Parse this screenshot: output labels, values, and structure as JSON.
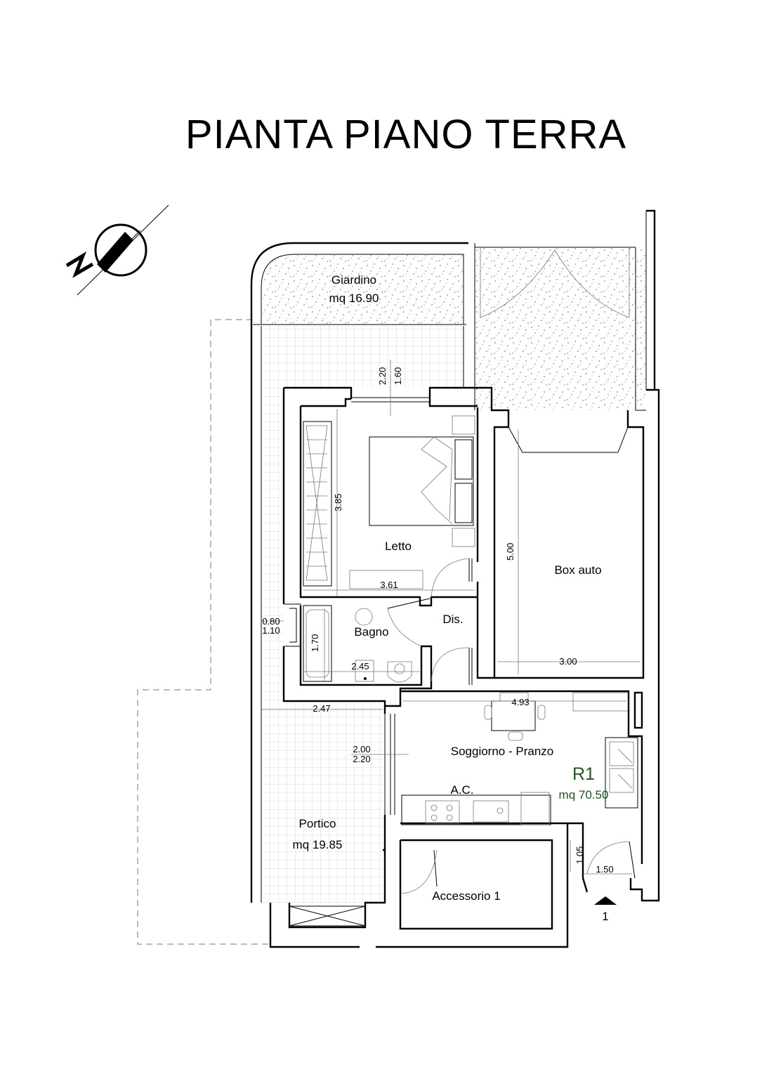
{
  "title": "PIANTA PIANO TERRA",
  "rooms": {
    "giardino": {
      "name": "Giardino",
      "area": "mq 16.90"
    },
    "letto": {
      "name": "Letto"
    },
    "box": {
      "name": "Box auto"
    },
    "bagno": {
      "name": "Bagno"
    },
    "dis": {
      "name": "Dis."
    },
    "soggiorno": {
      "name": "Soggiorno - Pranzo"
    },
    "ac": {
      "name": "A.C."
    },
    "portico": {
      "name": "Portico",
      "area": "mq 19.85"
    },
    "accessorio": {
      "name": "Accessorio 1"
    }
  },
  "unit": {
    "code": "R1",
    "area": "mq 70.50"
  },
  "dimensions": {
    "window_top_a": "2.20",
    "window_top_b": "1.60",
    "letto_depth": "3.85",
    "letto_width": "3.61",
    "box_depth": "5.00",
    "box_width": "3.00",
    "bagno_win_a": "0.80",
    "bagno_win_b": "1.10",
    "bagno_depth": "1.70",
    "bagno_width": "2.45",
    "portico_width": "2.47",
    "soggiorno_width": "4.93",
    "door_a": "2.00",
    "door_b": "2.20",
    "entry_height": "1.05",
    "entry_width": "1.50"
  },
  "section_marker": "1",
  "colors": {
    "unit_label": "#1a5a1a",
    "garden_speckle": "#2f8a2f"
  },
  "icons": {
    "north": "north-arrow-icon"
  }
}
